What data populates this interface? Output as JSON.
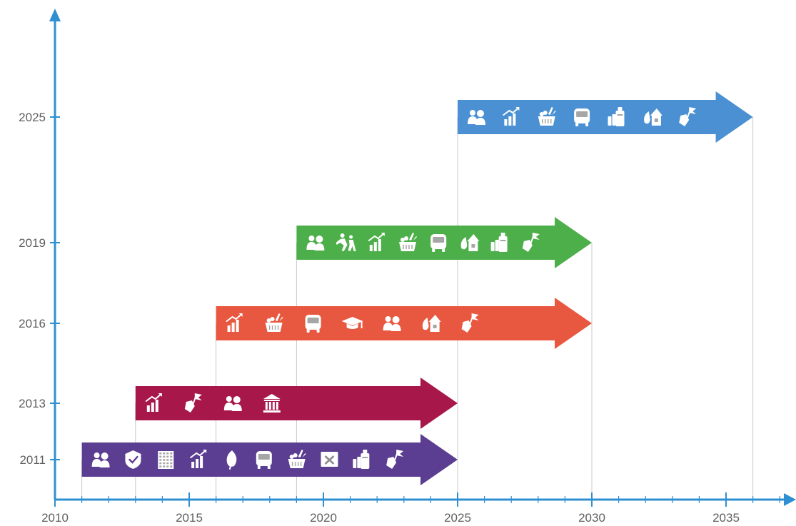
{
  "chart_data": {
    "type": "timeline",
    "title": "",
    "xlabel": "",
    "ylabel": "",
    "xlim": [
      2010,
      2037
    ],
    "x_ticks": [
      "2010",
      "2015",
      "2020",
      "2025",
      "2030",
      "2035"
    ],
    "x_tick_values": [
      2010,
      2015,
      2020,
      2025,
      2030,
      2035
    ],
    "y_ticks": [
      "2011",
      "2013",
      "2016",
      "2019",
      "2025"
    ],
    "grid": false,
    "series": [
      {
        "label": "2011",
        "start": 2011,
        "end": 2025,
        "color": "#5b3d91",
        "icons": [
          "people-icon",
          "shield-icon",
          "building-icon",
          "growth-chart-icon",
          "leaf-icon",
          "bus-icon",
          "food-basket-icon",
          "tools-icon",
          "luggage-icon",
          "flag-hand-icon"
        ]
      },
      {
        "label": "2013",
        "start": 2013,
        "end": 2025,
        "color": "#a8174a",
        "icons": [
          "growth-chart-icon",
          "flag-hand-icon",
          "people-icon",
          "government-building-icon"
        ]
      },
      {
        "label": "2016",
        "start": 2016,
        "end": 2030,
        "color": "#e8573f",
        "icons": [
          "growth-chart-icon",
          "food-basket-icon",
          "bus-icon",
          "graduation-cap-icon",
          "people-icon",
          "eco-house-icon",
          "flag-hand-icon"
        ]
      },
      {
        "label": "2019",
        "start": 2019,
        "end": 2030,
        "color": "#4daf4a",
        "icons": [
          "people-icon",
          "sports-icon",
          "growth-chart-icon",
          "food-basket-icon",
          "bus-icon",
          "eco-house-icon",
          "luggage-icon",
          "flag-hand-icon"
        ]
      },
      {
        "label": "2025",
        "start": 2025,
        "end": 2036,
        "color": "#4a90d2",
        "icons": [
          "people-icon",
          "growth-chart-icon",
          "food-basket-icon",
          "bus-icon",
          "luggage-icon",
          "eco-house-icon",
          "flag-hand-icon"
        ]
      }
    ]
  },
  "colors": {
    "axis": "#2f8fd0",
    "connector": "#c8c8c8",
    "label": "#5f5f5f",
    "icon": "#ffffff"
  }
}
